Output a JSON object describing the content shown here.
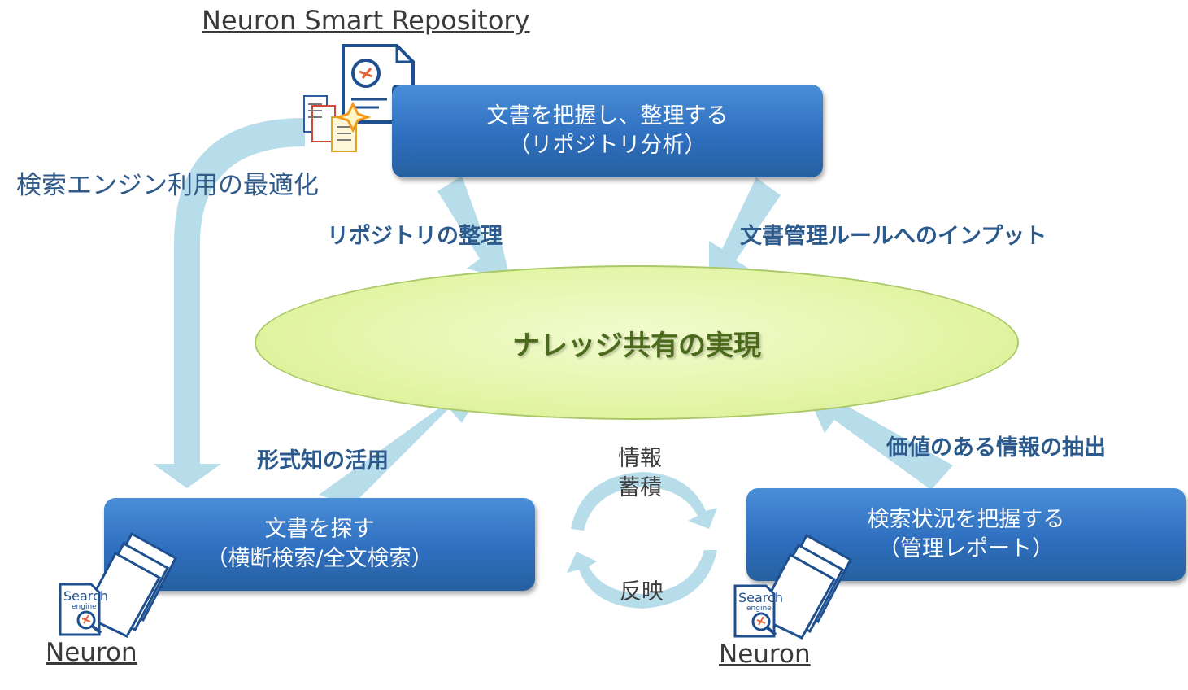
{
  "top_app": {
    "name": "Neuron Smart Repository",
    "icon": "smart-repository-icon"
  },
  "left_label": "検索エンジン利用の最適化",
  "boxes": {
    "top": {
      "line1": "文書を把握し、整理する",
      "line2": "（リポジトリ分析）"
    },
    "bottom_left": {
      "line1": "文書を探す",
      "line2": "（横断検索/全文検索）"
    },
    "bottom_right": {
      "line1": "検索状況を把握する",
      "line2": "（管理レポート）"
    }
  },
  "center": {
    "title": "ナレッジ共有の実現"
  },
  "arrow_labels": {
    "repository": "リポジトリの整理",
    "rules": "文書管理ルールへのインプット",
    "explicit": "形式知の活用",
    "extract": "価値のある情報の抽出"
  },
  "cycle": {
    "accumulate_line1": "情報",
    "accumulate_line2": "蓄積",
    "reflect": "反映"
  },
  "bottom_apps": {
    "left": {
      "name": "Neuron",
      "icon": "search-engine-icon"
    },
    "right": {
      "name": "Neuron",
      "icon": "search-engine-icon"
    }
  },
  "icon_text": {
    "search": "Search",
    "engine": "engine"
  },
  "colors": {
    "box": "#2f6fbf",
    "arrow": "#b7dcea",
    "ellipse": "#e3f5a6",
    "label_blue": "#2c5a8c",
    "center_text": "#4b6a1b"
  }
}
